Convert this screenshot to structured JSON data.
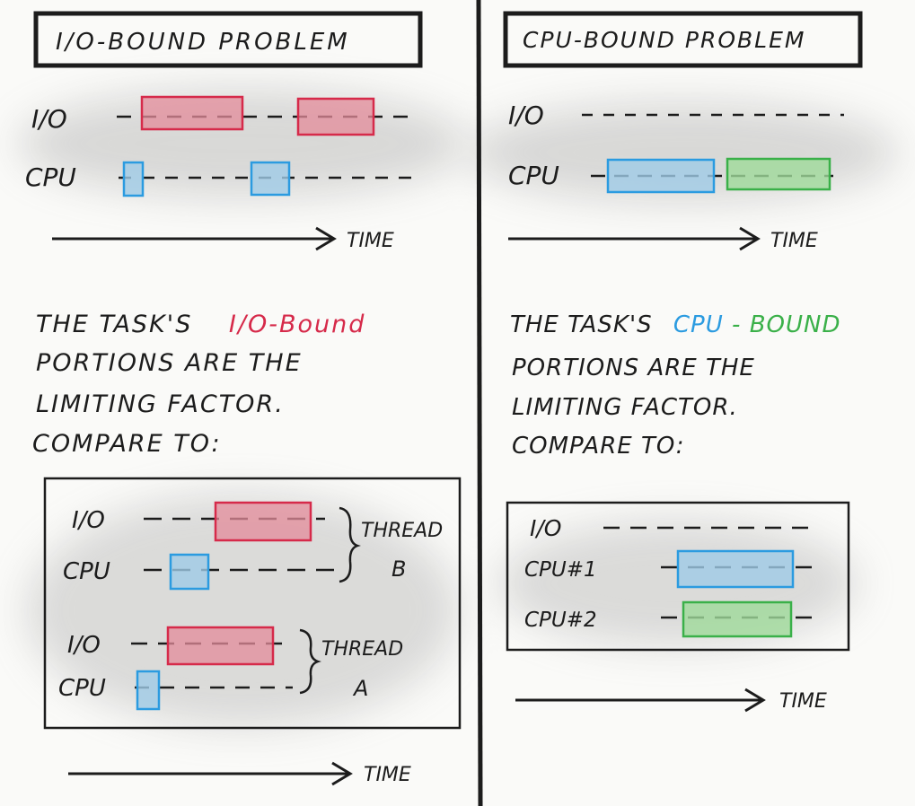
{
  "colors": {
    "ink": "#1c1c1c",
    "io_red": "#d62a4a",
    "io_fill": "#e38b9a",
    "cpu_blue": "#2b9be0",
    "cpu_fill": "#9fcbe6",
    "cpu_green": "#3ab049",
    "green_fill": "#9fd99a"
  },
  "left": {
    "title": "I/O-BOUND PROBLEM",
    "row_io": "I/O",
    "row_cpu": "CPU",
    "time": "TIME",
    "text_line1_prefix": "THE TASK'S",
    "text_line1_highlight": "I/O-Bound",
    "text_line2": "PORTIONS ARE THE",
    "text_line3": "LIMITING FACTOR.",
    "text_line4": "COMPARE TO:",
    "box": {
      "thread_b": {
        "io": "I/O",
        "cpu": "CPU",
        "label": "THREAD",
        "name": "B"
      },
      "thread_a": {
        "io": "I/O",
        "cpu": "CPU",
        "label": "THREAD",
        "name": "A"
      }
    },
    "time_bottom": "TIME"
  },
  "right": {
    "title": "CPU-BOUND PROBLEM",
    "row_io": "I/O",
    "row_cpu": "CPU",
    "time": "TIME",
    "text_line1_prefix": "THE TASK'S",
    "text_line1_cpu": "CPU",
    "text_line1_dash": "-",
    "text_line1_bound": "BOUND",
    "text_line2": "PORTIONS ARE THE",
    "text_line3": "LIMITING FACTOR.",
    "text_line4": "COMPARE TO:",
    "box": {
      "io": "I/O",
      "cpu1": "CPU#1",
      "cpu2": "CPU#2"
    },
    "time_bottom": "TIME"
  }
}
